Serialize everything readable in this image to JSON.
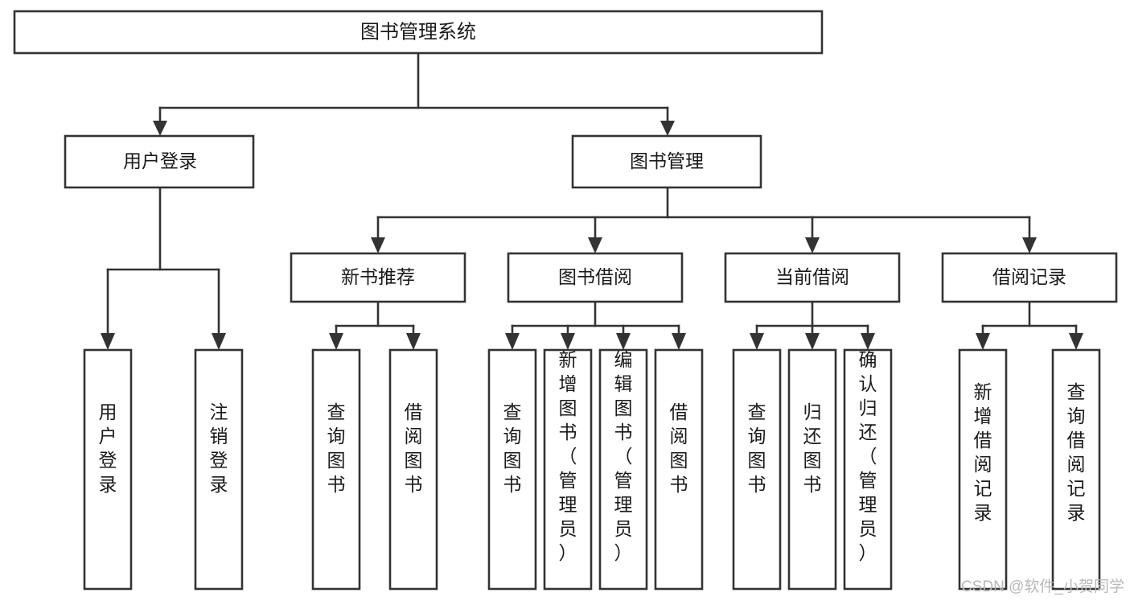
{
  "diagram": {
    "title": "图书管理系统",
    "type": "tree-hierarchy-diagram",
    "colors": {
      "box_stroke": "#333333",
      "box_fill": "#ffffff",
      "text": "#1a1a1a",
      "watermark": "#b8b8b8",
      "background": "#ffffff"
    },
    "root": {
      "label": "图书管理系统"
    },
    "level2": [
      {
        "label": "用户登录"
      },
      {
        "label": "图书管理"
      }
    ],
    "level3": [
      {
        "label": "新书推荐"
      },
      {
        "label": "图书借阅"
      },
      {
        "label": "当前借阅"
      },
      {
        "label": "借阅记录"
      }
    ],
    "leaves": {
      "user_login": [
        {
          "label": "用户登录"
        },
        {
          "label": "注销登录"
        }
      ],
      "new_book": [
        {
          "label": "查询图书"
        },
        {
          "label": "借阅图书"
        }
      ],
      "book_borrow": [
        {
          "label": "查询图书"
        },
        {
          "label": "新增图书（管理员）"
        },
        {
          "label": "编辑图书（管理员）"
        },
        {
          "label": "借阅图书"
        }
      ],
      "current_borrow": [
        {
          "label": "查询图书"
        },
        {
          "label": "归还图书"
        },
        {
          "label": "确认归还（管理员）"
        }
      ],
      "borrow_record": [
        {
          "label": "新增借阅记录"
        },
        {
          "label": "查询借阅记录"
        }
      ]
    }
  },
  "watermark": {
    "text": "CSDN @软件_小贺同学"
  }
}
